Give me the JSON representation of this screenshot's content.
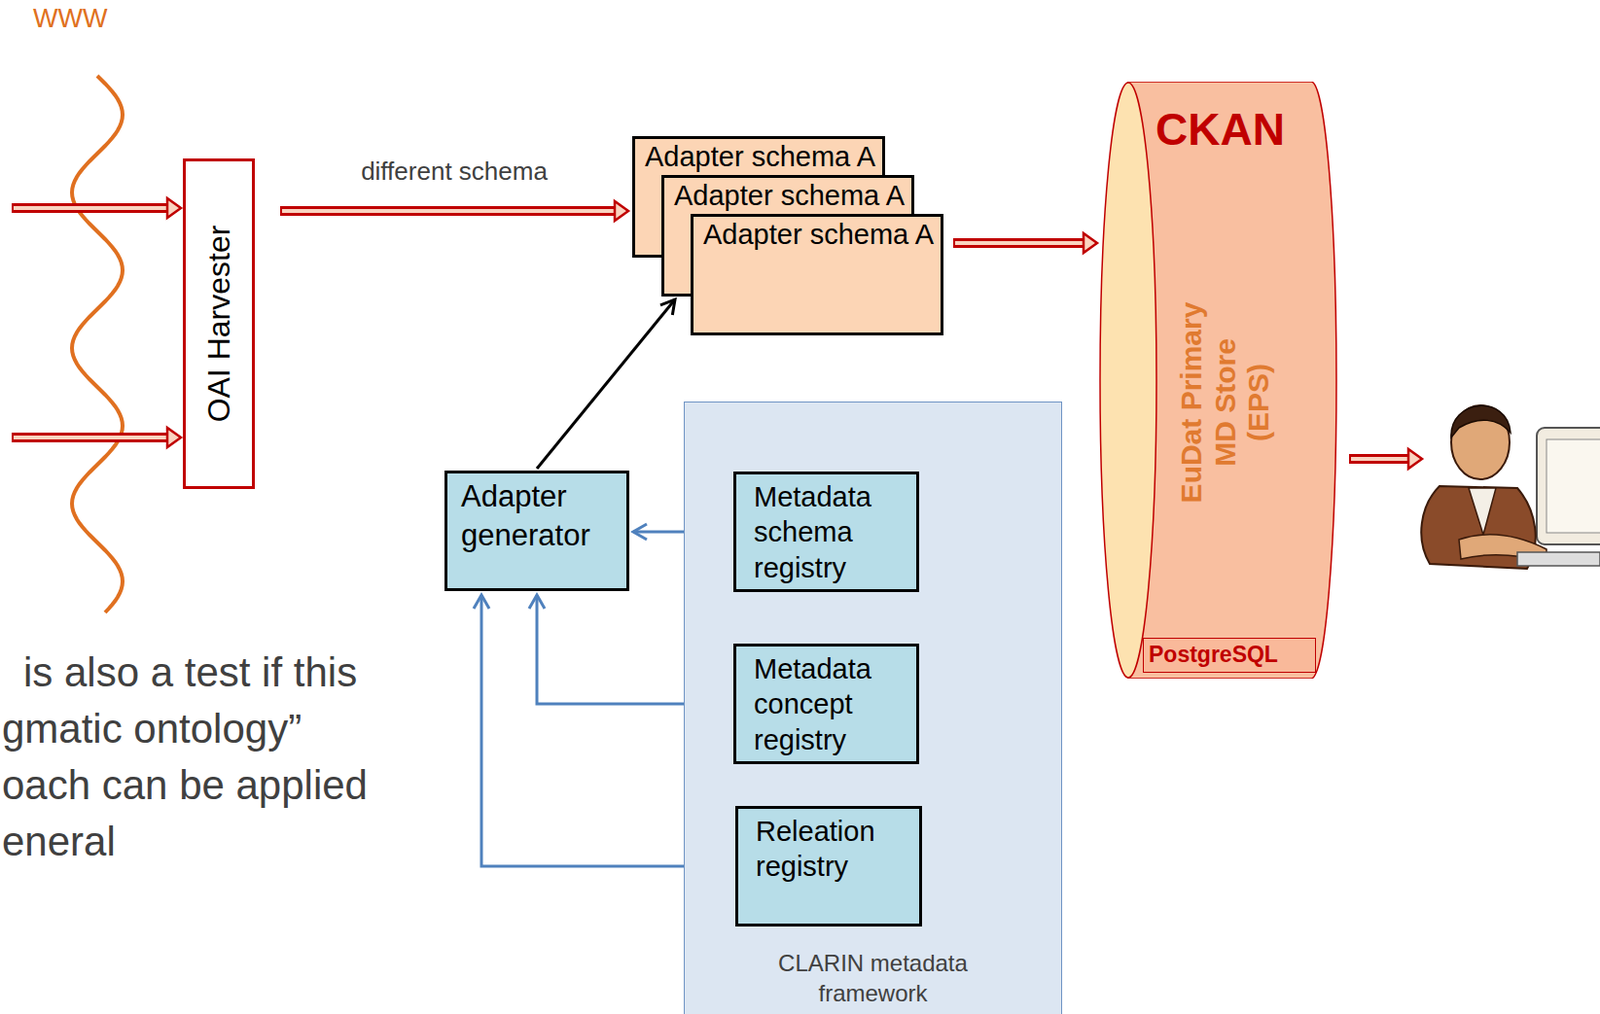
{
  "diagram": {
    "nodes": [
      {
        "text": [
          "OAI Harvester"
        ]
      },
      {
        "text": [
          "Adapter schema A"
        ]
      },
      {
        "text": [
          "Adapter schema A"
        ]
      },
      {
        "text": [
          "Adapter schema A"
        ]
      },
      {
        "text": [
          "Adapter generator"
        ]
      },
      {
        "text": [
          "CLARIN metadata framework"
        ]
      },
      {
        "text": [
          "Metadata schema registry"
        ],
        "in": 5
      },
      {
        "text": [
          "Metadata concept registry"
        ],
        "in": 5
      },
      {
        "text": [
          "Releation registry"
        ],
        "in": 5
      },
      {
        "text": [
          "CKAN",
          "EuDat Primary MD Store (EPS)"
        ]
      },
      {
        "text": [
          "PostgreSQL"
        ],
        "in": 9
      }
    ],
    "edges": [
      {
        "from": 0,
        "to": 1,
        "label": "different schema",
        "arrow": "to"
      },
      {
        "from": 4,
        "to": 2,
        "arrow": "to"
      },
      {
        "from": 3,
        "to": 9,
        "arrow": "to"
      },
      {
        "from": 6,
        "to": 4,
        "arrow": "to"
      },
      {
        "from": 7,
        "to": 4,
        "arrow": "to"
      },
      {
        "from": 8,
        "to": 4,
        "arrow": "to"
      }
    ],
    "labels": [
      "WWW",
      "is also a test if this",
      "gmatic ontology”",
      "oach can be applied",
      "eneral"
    ]
  }
}
